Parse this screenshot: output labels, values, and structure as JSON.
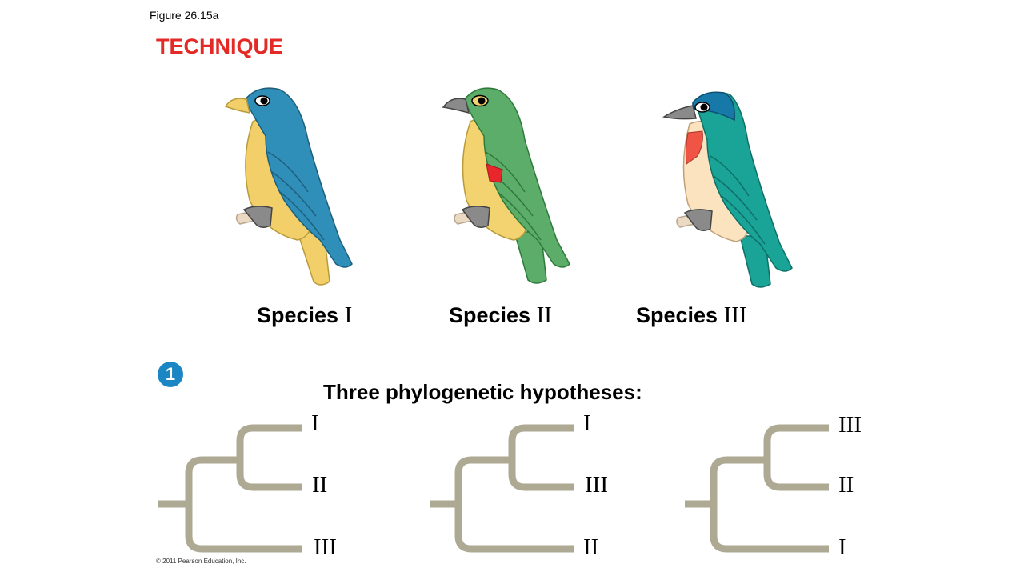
{
  "figure_label": "Figure 26.15a",
  "heading": "TECHNIQUE",
  "species": [
    {
      "prefix": "Species ",
      "numeral": "I"
    },
    {
      "prefix": "Species ",
      "numeral": "II"
    },
    {
      "prefix": "Species ",
      "numeral": "III"
    }
  ],
  "step_number": "1",
  "hypotheses_title": "Three phylogenetic hypotheses:",
  "trees": [
    {
      "leaves": [
        "I",
        "II",
        "III"
      ]
    },
    {
      "leaves": [
        "I",
        "III",
        "II"
      ]
    },
    {
      "leaves": [
        "III",
        "II",
        "I"
      ]
    }
  ],
  "copyright": "© 2011 Pearson Education, Inc.",
  "colors": {
    "heading": "#e32a27",
    "badge": "#1a86c3",
    "branch": "#aea993",
    "bird1_body": "#2f8fb8",
    "bird2_body": "#5cad6a",
    "bird3_body": "#19a497"
  }
}
